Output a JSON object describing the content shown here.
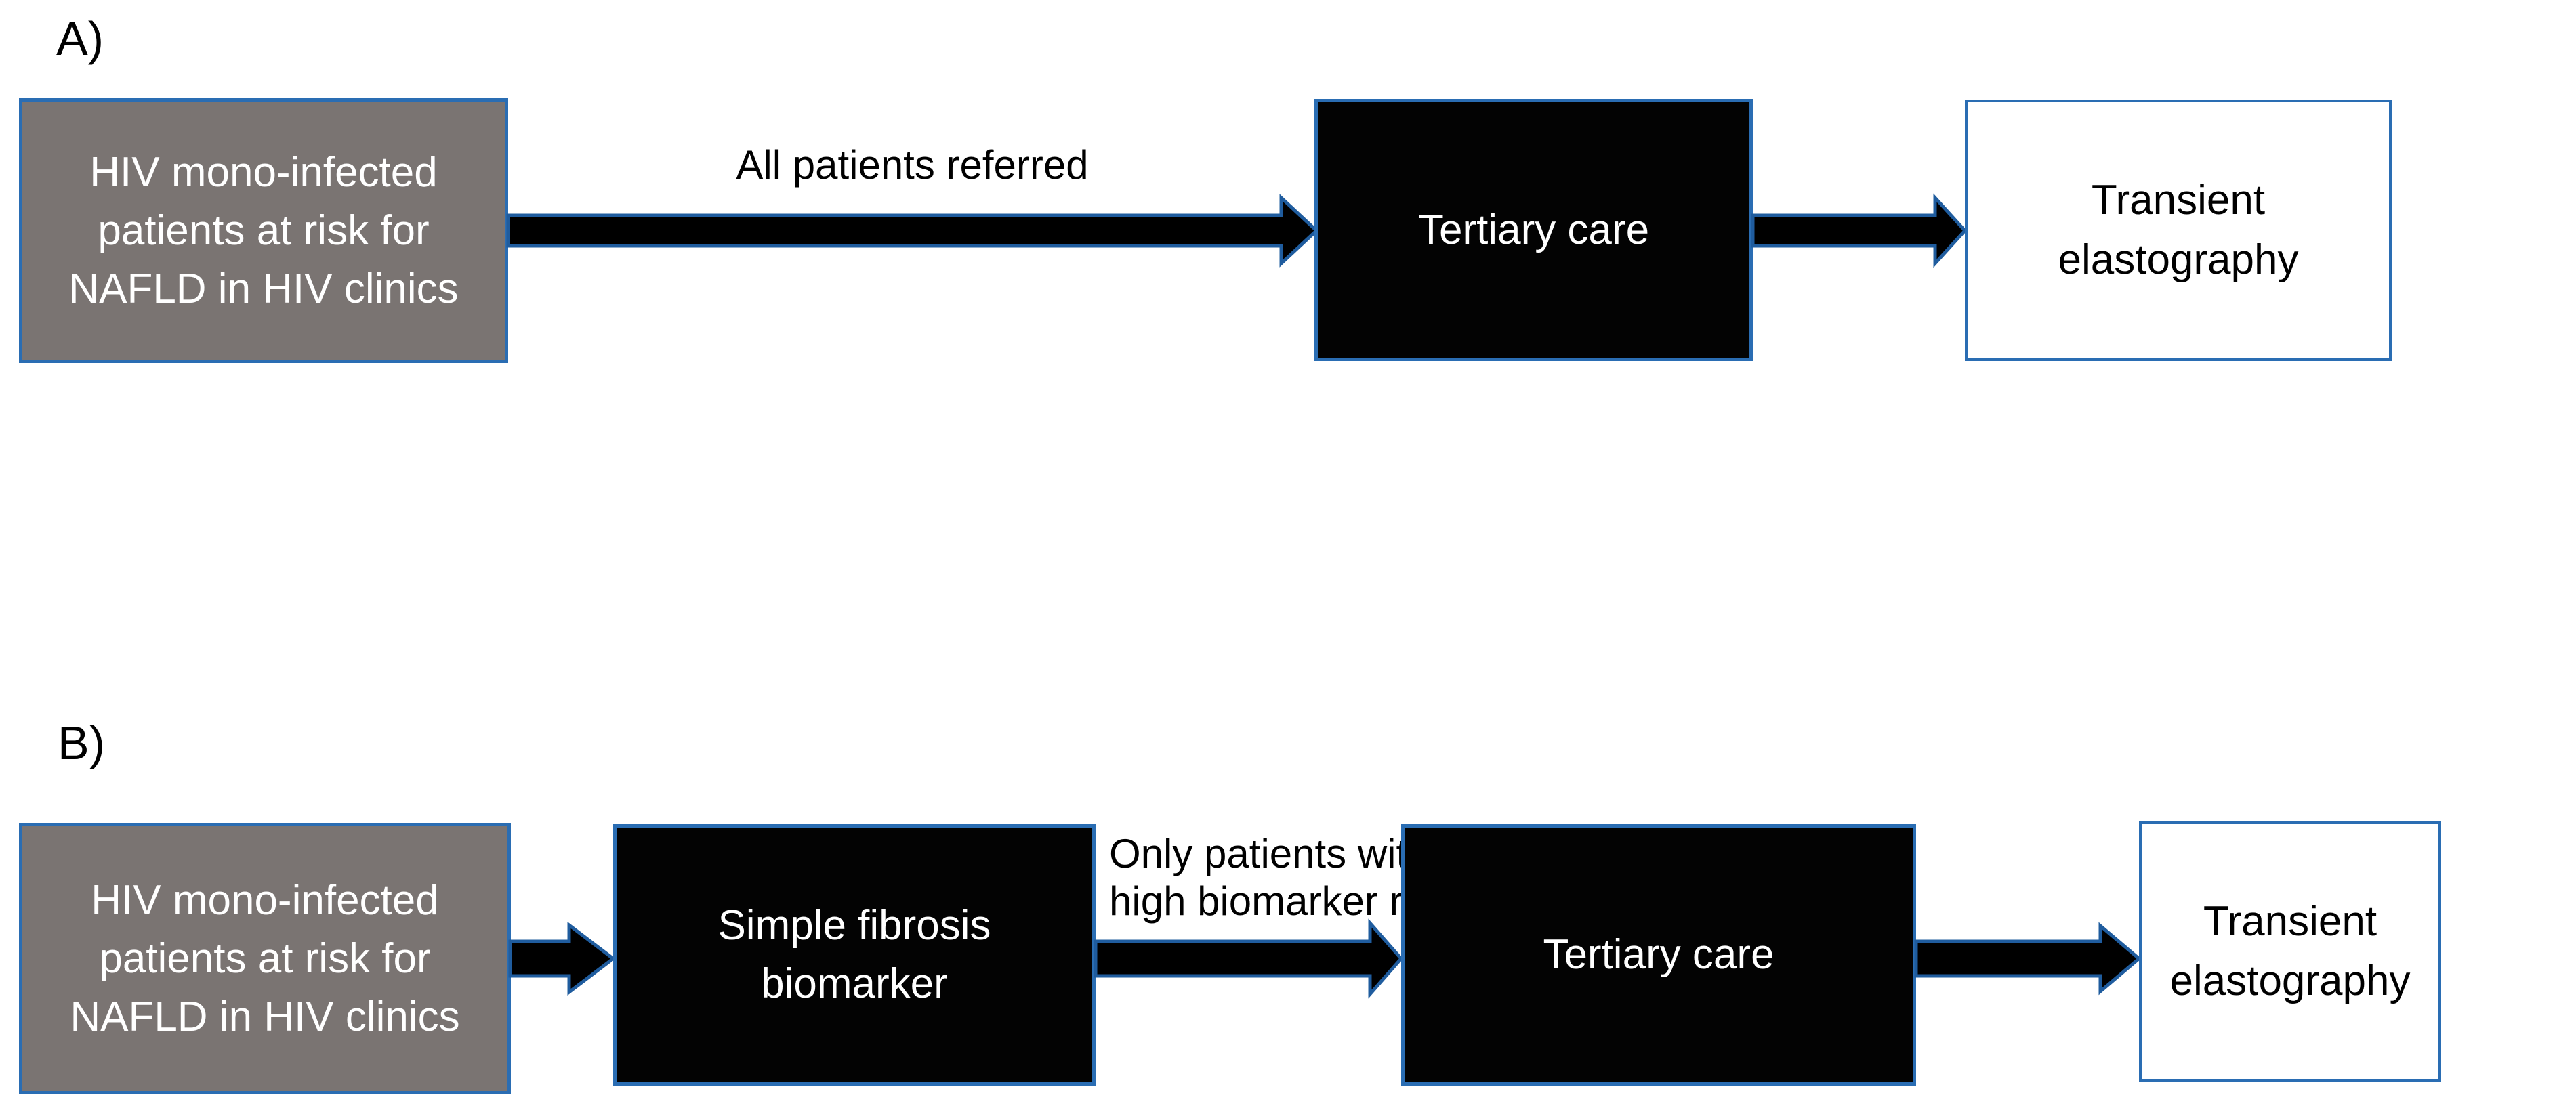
{
  "colors": {
    "page_bg": "#ffffff",
    "box_gray_fill": "#7a7472",
    "box_border_blue": "#2a6db3",
    "box_black_fill": "#030303",
    "arrow_fill": "#000000",
    "arrow_stroke": "#1f5c9e",
    "text_on_dark": "#ffffff",
    "text_dark": "#000000"
  },
  "panel_a": {
    "label": "A)",
    "population_box": {
      "line1": "HIV mono-infected",
      "line2": "patients at risk for",
      "line3": "NAFLD in HIV clinics"
    },
    "arrow1_label": "All patients referred",
    "tertiary_box": {
      "label": "Tertiary care"
    },
    "elastography_box": {
      "line1": "Transient",
      "line2": "elastography"
    }
  },
  "panel_b": {
    "label": "B)",
    "population_box": {
      "line1": "HIV mono-infected",
      "line2": "patients at risk for",
      "line3": "NAFLD in HIV clinics"
    },
    "biomarker_box": {
      "line1": "Simple fibrosis",
      "line2": "biomarker"
    },
    "arrow2_label": {
      "line1": "Only patients with",
      "line2": "high biomarker referred"
    },
    "tertiary_box": {
      "label": "Tertiary care"
    },
    "elastography_box": {
      "line1": "Transient",
      "line2": "elastography"
    }
  }
}
